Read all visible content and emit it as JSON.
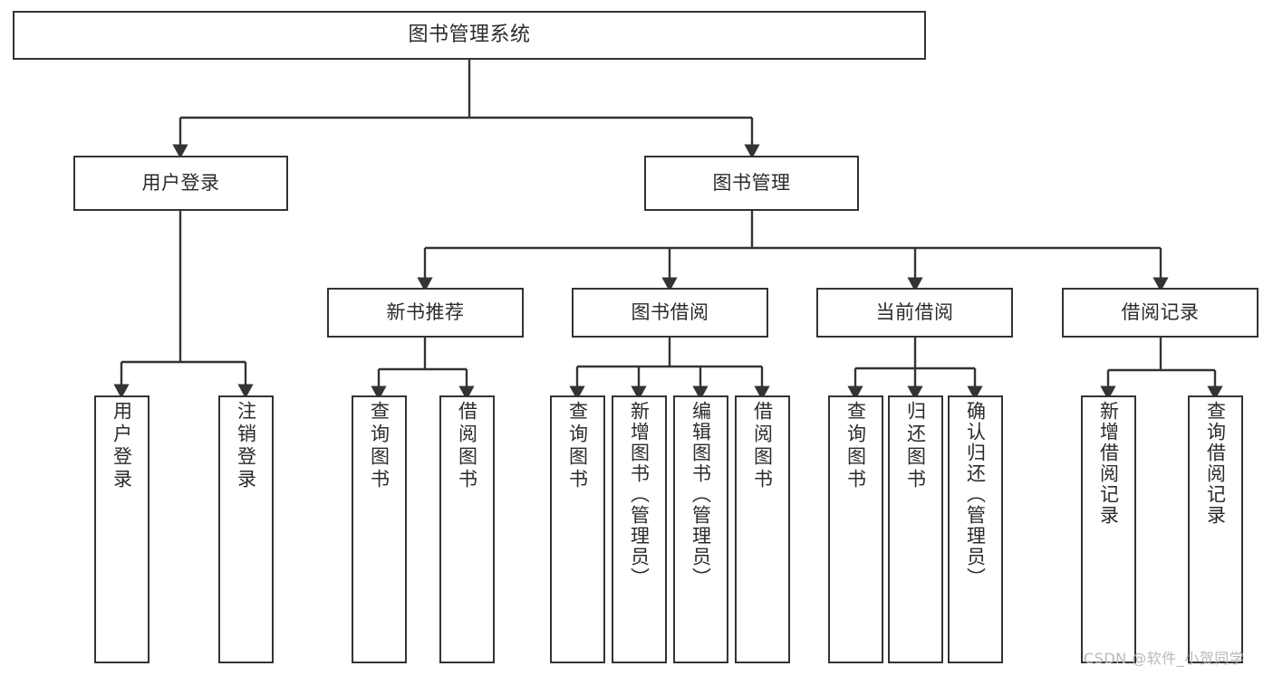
{
  "diagram": {
    "title": "图书管理系统",
    "type": "tree-hierarchy-diagram",
    "background_color": "#ffffff",
    "box_border_color": "#333333",
    "text_color": "#2b2b2b",
    "connector_color": "#333333",
    "nodes": {
      "root": {
        "label": "图书管理系统"
      },
      "level1": [
        {
          "label": "用户登录"
        },
        {
          "label": "图书管理"
        }
      ],
      "level2": [
        {
          "label": "新书推荐"
        },
        {
          "label": "图书借阅"
        },
        {
          "label": "当前借阅"
        },
        {
          "label": "借阅记录"
        }
      ],
      "leaves_user_login": [
        {
          "label": "用户登录"
        },
        {
          "label": "注销登录"
        }
      ],
      "leaves_new_book": [
        {
          "label": "查询图书"
        },
        {
          "label": "借阅图书"
        }
      ],
      "leaves_borrow": [
        {
          "label": "查询图书"
        },
        {
          "label": "新增图书（管理员）"
        },
        {
          "label": "编辑图书（管理员）"
        },
        {
          "label": "借阅图书"
        }
      ],
      "leaves_current": [
        {
          "label": "查询图书"
        },
        {
          "label": "归还图书"
        },
        {
          "label": "确认归还（管理员）"
        }
      ],
      "leaves_record": [
        {
          "label": "新增借阅记录"
        },
        {
          "label": "查询借阅记录"
        }
      ]
    }
  },
  "watermark": {
    "text": "CSDN @软件_小贺同学",
    "color": "#b8b8b8"
  }
}
